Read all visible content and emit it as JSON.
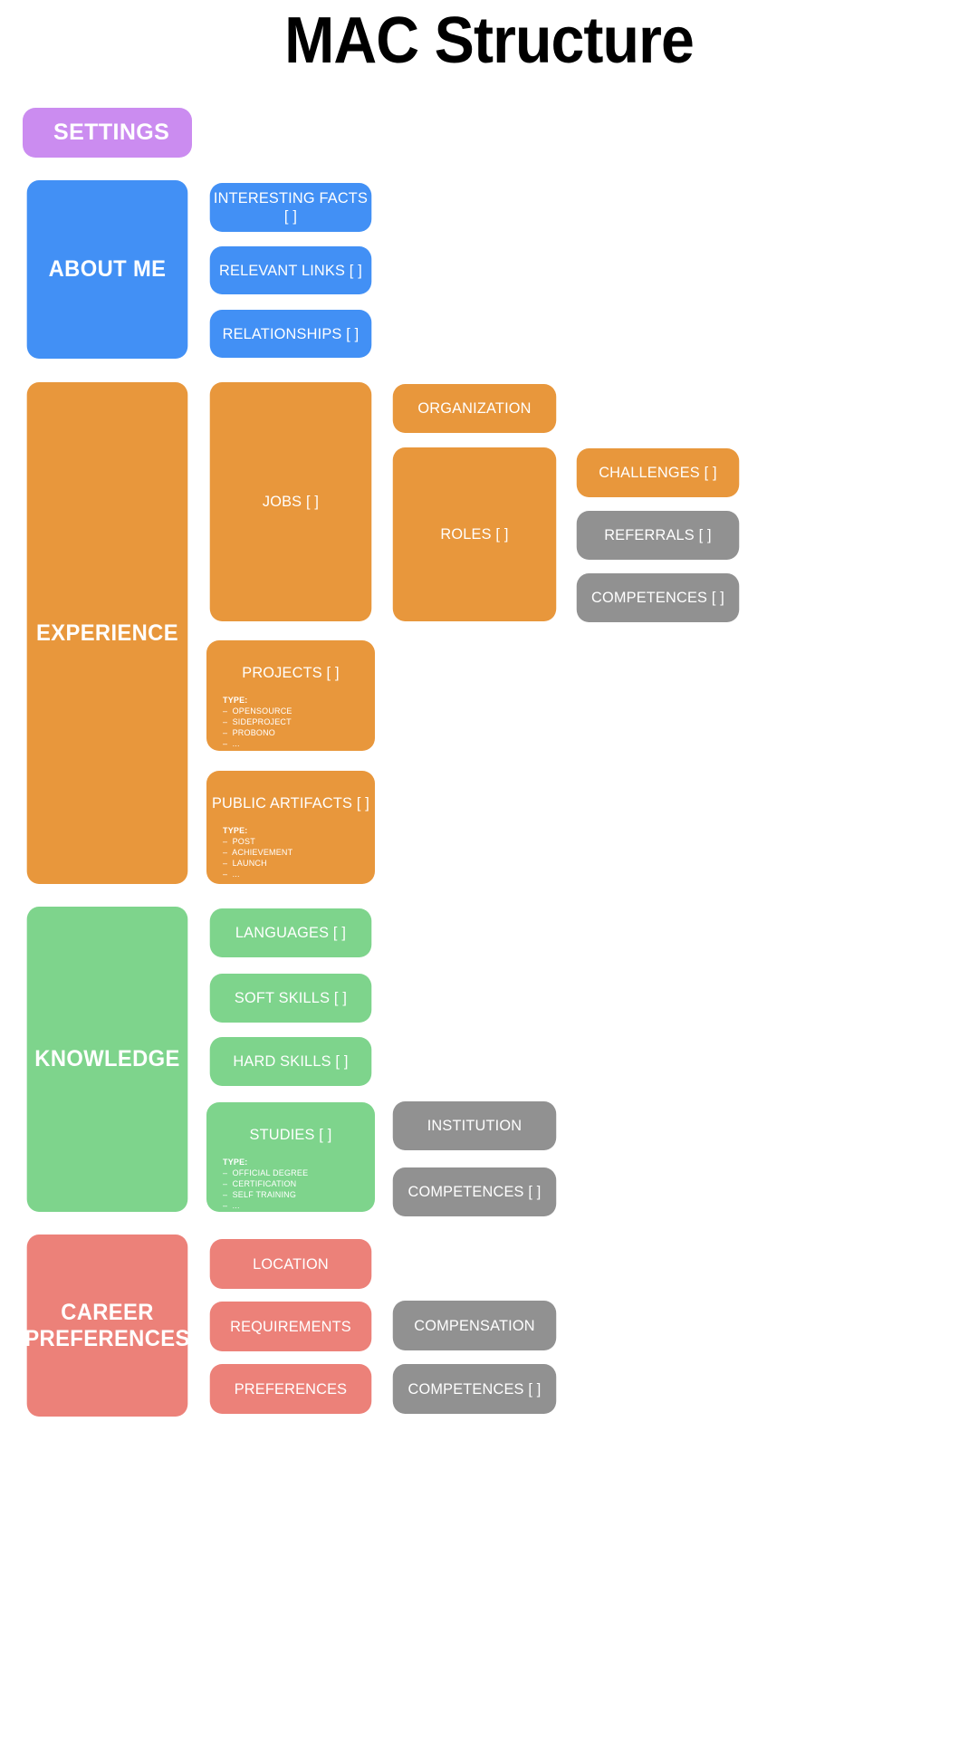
{
  "page": {
    "title": "MAC Structure",
    "background": "#ffffff"
  },
  "colors": {
    "purple": "#cb8cf0",
    "blue": "#4290f5",
    "orange": "#e8973c",
    "green": "#7ed48c",
    "red": "#ec8179",
    "gray": "#919191",
    "text": "#ffffff",
    "title": "#000000"
  },
  "sections": {
    "settings": {
      "label": "SETTINGS",
      "color": "purple"
    },
    "about_me": {
      "label": "ABOUT ME",
      "color": "blue",
      "children": [
        {
          "label": "INTERESTING FACTS [ ]",
          "color": "blue"
        },
        {
          "label": "RELEVANT LINKS [ ]",
          "color": "blue"
        },
        {
          "label": "RELATIONSHIPS [ ]",
          "color": "blue"
        }
      ]
    },
    "experience": {
      "label": "EXPERIENCE",
      "color": "orange",
      "children": [
        {
          "label": "JOBS [ ]",
          "color": "orange"
        },
        {
          "label": "PROJECTS [ ]",
          "color": "orange",
          "type_head": "TYPE:",
          "type_items": [
            "–  OPENSOURCE",
            "–  SIDEPROJECT",
            "–  PROBONO",
            "–  ..."
          ]
        },
        {
          "label": "PUBLIC ARTIFACTS [ ]",
          "color": "orange",
          "type_head": "TYPE:",
          "type_items": [
            "–  POST",
            "–  ACHIEVEMENT",
            "–  LAUNCH",
            "–  ..."
          ]
        }
      ],
      "grandchildren": [
        {
          "label": "ORGANIZATION",
          "color": "orange"
        },
        {
          "label": "ROLES [ ]",
          "color": "orange"
        }
      ],
      "great_grandchildren": [
        {
          "label": "CHALLENGES [ ]",
          "color": "orange"
        },
        {
          "label": "REFERRALS [ ]",
          "color": "gray"
        },
        {
          "label": "COMPETENCES [ ]",
          "color": "gray"
        }
      ]
    },
    "knowledge": {
      "label": "KNOWLEDGE",
      "color": "green",
      "children": [
        {
          "label": "LANGUAGES [ ]",
          "color": "green"
        },
        {
          "label": "SOFT SKILLS [ ]",
          "color": "green"
        },
        {
          "label": "HARD SKILLS [ ]",
          "color": "green"
        },
        {
          "label": "STUDIES [ ]",
          "color": "green",
          "type_head": "TYPE:",
          "type_items": [
            "–  OFFICIAL DEGREE",
            "–  CERTIFICATION",
            "–  SELF TRAINING",
            "–  ..."
          ]
        }
      ],
      "grandchildren": [
        {
          "label": "INSTITUTION",
          "color": "gray"
        },
        {
          "label": "COMPETENCES [ ]",
          "color": "gray"
        }
      ]
    },
    "career_preferences": {
      "label": "CAREER\nPREFERENCES",
      "label_line1": "CAREER",
      "label_line2": "PREFERENCES",
      "color": "red",
      "children": [
        {
          "label": "LOCATION",
          "color": "red"
        },
        {
          "label": "REQUIREMENTS",
          "color": "red"
        },
        {
          "label": "PREFERENCES",
          "color": "red"
        }
      ],
      "grandchildren": [
        {
          "label": "COMPENSATION",
          "color": "gray"
        },
        {
          "label": "COMPETENCES [ ]",
          "color": "gray"
        }
      ]
    }
  }
}
